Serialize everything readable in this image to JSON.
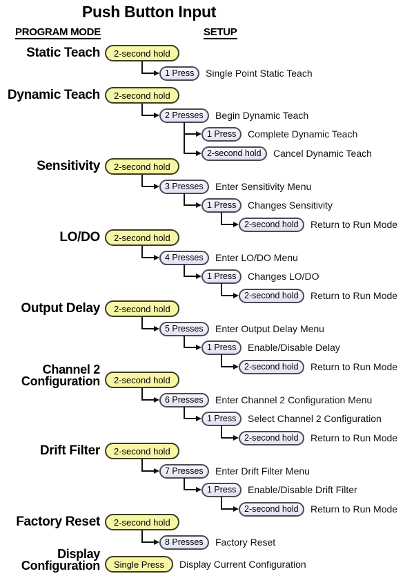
{
  "title": "Push Button Input",
  "headers": {
    "program_mode": "PROGRAM MODE",
    "setup": "SETUP"
  },
  "colors": {
    "hold_pill_fill": "#f6f6a6",
    "hold_pill_border": "#3c3c1e",
    "step_pill_fill_top": "#f7f7fd",
    "step_pill_fill_bottom": "#e1e1f3",
    "step_pill_border": "#4a4a55",
    "line": "#111111"
  },
  "groups": [
    {
      "label_lines": [
        "Static Teach"
      ],
      "trigger_pill": "2-second hold",
      "steps": [
        {
          "pill": "1 Press",
          "desc": "Single Point Static Teach",
          "parent": "trigger"
        }
      ]
    },
    {
      "label_lines": [
        "Dynamic Teach"
      ],
      "trigger_pill": "2-second hold",
      "steps": [
        {
          "pill": "2 Presses",
          "desc": "Begin Dynamic Teach",
          "parent": "trigger"
        },
        {
          "pill": "1 Press",
          "desc": "Complete Dynamic Teach",
          "parent": 0
        },
        {
          "pill": "2-second hold",
          "desc": "Cancel Dynamic Teach",
          "parent": 0
        }
      ]
    },
    {
      "label_lines": [
        "Sensitivity"
      ],
      "trigger_pill": "2-second hold",
      "steps": [
        {
          "pill": "3 Presses",
          "desc": "Enter Sensitivity Menu",
          "parent": "trigger"
        },
        {
          "pill": "1 Press",
          "desc": "Changes Sensitivity",
          "parent": 0
        },
        {
          "pill": "2-second hold",
          "desc": "Return to Run Mode",
          "parent": 1
        }
      ]
    },
    {
      "label_lines": [
        "LO/DO"
      ],
      "trigger_pill": "2-second hold",
      "steps": [
        {
          "pill": "4 Presses",
          "desc": "Enter LO/DO Menu",
          "parent": "trigger"
        },
        {
          "pill": "1 Press",
          "desc": "Changes LO/DO",
          "parent": 0
        },
        {
          "pill": "2-second hold",
          "desc": "Return to Run Mode",
          "parent": 1
        }
      ]
    },
    {
      "label_lines": [
        "Output Delay"
      ],
      "trigger_pill": "2-second hold",
      "steps": [
        {
          "pill": "5 Presses",
          "desc": "Enter Output Delay Menu",
          "parent": "trigger"
        },
        {
          "pill": "1 Press",
          "desc": "Enable/Disable Delay",
          "parent": 0
        },
        {
          "pill": "2-second hold",
          "desc": "Return to Run Mode",
          "parent": 1
        }
      ]
    },
    {
      "label_lines": [
        "Channel 2",
        "Configuration"
      ],
      "trigger_pill": "2-second hold",
      "steps": [
        {
          "pill": "6 Presses",
          "desc": "Enter Channel 2 Configuration Menu",
          "parent": "trigger"
        },
        {
          "pill": "1 Press",
          "desc": "Select Channel 2 Configuration",
          "parent": 0
        },
        {
          "pill": "2-second hold",
          "desc": "Return to Run Mode",
          "parent": 1
        }
      ]
    },
    {
      "label_lines": [
        "Drift Filter"
      ],
      "trigger_pill": "2-second hold",
      "steps": [
        {
          "pill": "7 Presses",
          "desc": "Enter Drift Filter Menu",
          "parent": "trigger"
        },
        {
          "pill": "1 Press",
          "desc": "Enable/Disable Drift Filter",
          "parent": 0
        },
        {
          "pill": "2-second hold",
          "desc": "Return to Run Mode",
          "parent": 1
        }
      ]
    },
    {
      "label_lines": [
        "Factory Reset"
      ],
      "trigger_pill": "2-second hold",
      "steps": [
        {
          "pill": "8 Presses",
          "desc": "Factory Reset",
          "parent": "trigger"
        }
      ]
    },
    {
      "label_lines": [
        "Display",
        "Configuration"
      ],
      "trigger_pill": "Single Press",
      "trigger_desc": "Display Current Configuration",
      "steps": []
    }
  ]
}
